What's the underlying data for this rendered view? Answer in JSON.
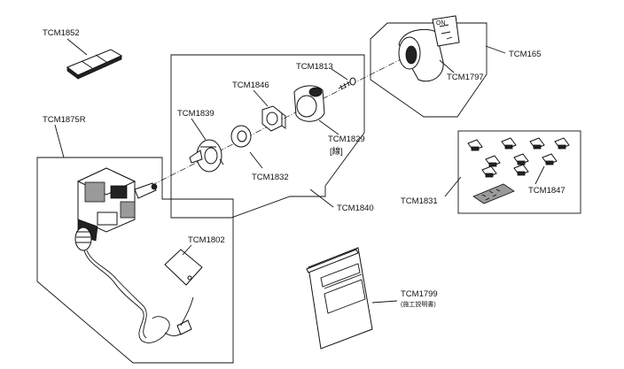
{
  "parts": {
    "tcm1852": "TCM1852",
    "tcm1875r": "TCM1875R",
    "tcm1802": "TCM1802",
    "tcm1839": "TCM1839",
    "tcm1846": "TCM1846",
    "tcm1813": "TCM1813",
    "tcm1829": "TCM1829",
    "tcm1829_note": "[線]",
    "tcm1832": "TCM1832",
    "tcm1840": "TCM1840",
    "tcm165": "TCM165",
    "tcm1797": "TCM1797",
    "tcm1831": "TCM1831",
    "tcm1847": "TCM1847",
    "tcm1799": "TCM1799",
    "tcm1799_note": "(施工説明書)"
  }
}
